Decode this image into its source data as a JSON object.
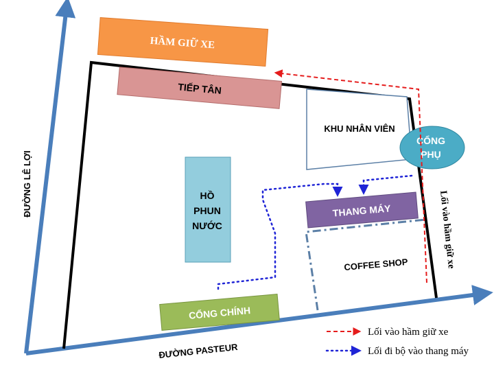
{
  "streets": {
    "left": "ĐƯỜNG LÊ LỢI",
    "bottom": "ĐƯỜNG PASTEUR"
  },
  "areas": {
    "parking": "HẦM GIỮ XE",
    "reception": "TIẾP TÂN",
    "staff": "KHU NHÂN VIÊN",
    "side_gate": [
      "CỔNG",
      "PHỤ"
    ],
    "fountain": [
      "HỒ",
      "PHUN",
      "NƯỚC"
    ],
    "elevator": "THANG MÁY",
    "coffee": "COFFEE SHOP",
    "main_gate": "CỔNG CHÍNH"
  },
  "route_label": "Lối vào hầm giữ xe",
  "legend": {
    "parking_entrance": "Lối vào hầm giữ xe",
    "walkway": "Lối đi bộ vào thang máy"
  },
  "colors": {
    "axis": "#4a7ebb",
    "parking": "#f79646",
    "reception": "#d99594",
    "side_gate": "#4bacc6",
    "fountain": "#93cddd",
    "elevator": "#8064a2",
    "main_gate": "#9bbb59",
    "parking_route": "#e51c1c",
    "walk_route": "#1f24d6",
    "coffee_border": "#5b7fa6"
  }
}
